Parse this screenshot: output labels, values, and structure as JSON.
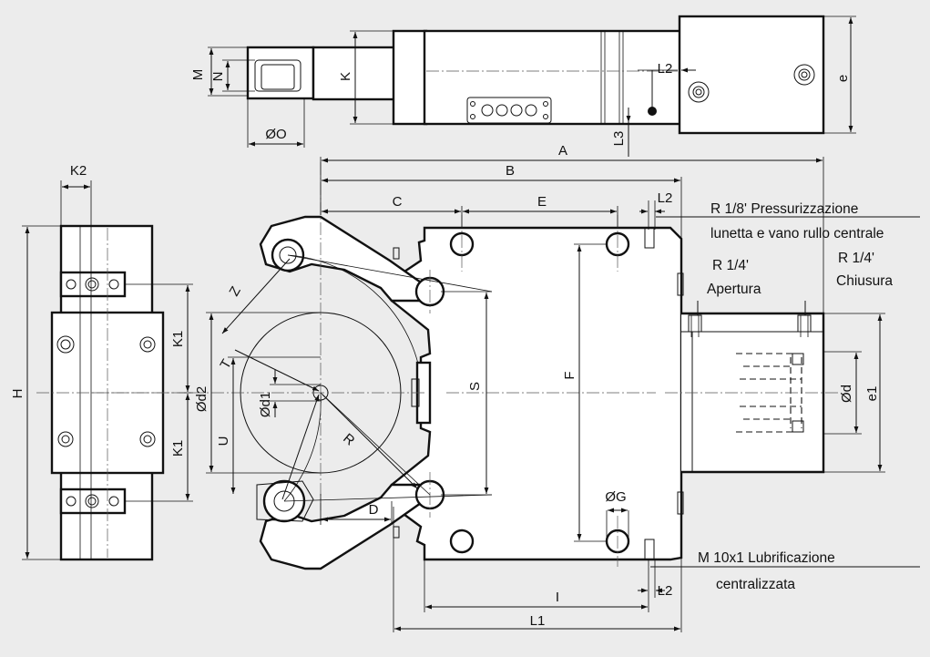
{
  "labels": {
    "M": "M",
    "N": "N",
    "K": "K",
    "O": "ØO",
    "L2": "L2",
    "L3": "L3",
    "e": "e",
    "A": "A",
    "B": "B",
    "C": "C",
    "E": "E",
    "K2": "K2",
    "H": "H",
    "K1": "K1",
    "d2": "Ød2",
    "d1": "Ød1",
    "T": "T",
    "U": "U",
    "Z": "Z",
    "R": "R",
    "D": "D",
    "S": "S",
    "F": "F",
    "G": "ØG",
    "d": "Ød",
    "e1": "e1",
    "I": "I",
    "L1": "L1"
  },
  "notes": {
    "press_1": "R 1/8' Pressurizzazione",
    "press_2": "lunetta e vano rullo centrale",
    "open_1": "R 1/4'",
    "open_2": "Apertura",
    "close_1": "R 1/4'",
    "close_2": "Chiusura",
    "lube_1": "M 10x1 Lubrificazione",
    "lube_2": "centralizzata"
  }
}
